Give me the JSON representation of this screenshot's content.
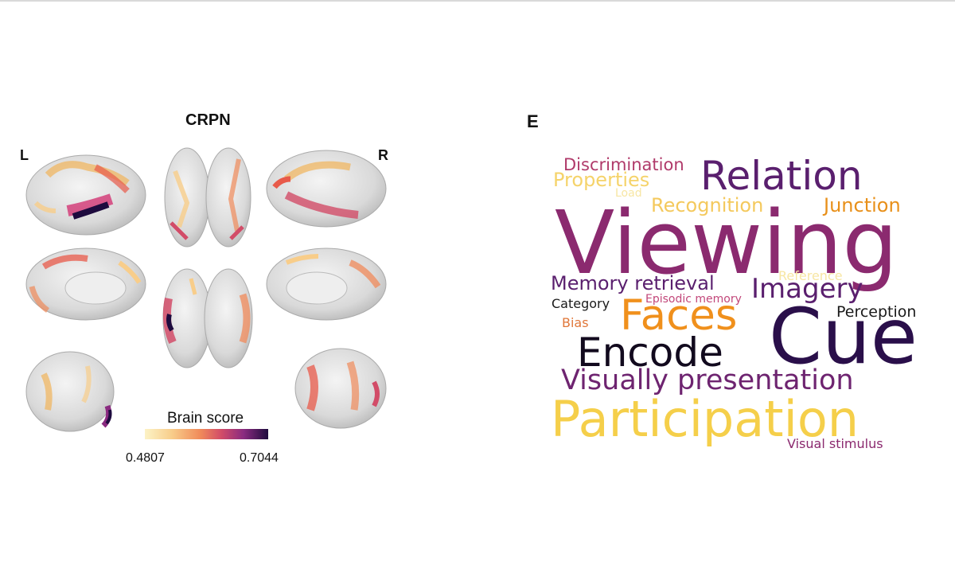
{
  "figure": {
    "title": "CRPN",
    "left_label": "L",
    "right_label": "R",
    "colorbar": {
      "label": "Brain score",
      "min": "0.4807",
      "max": "0.7044"
    },
    "panel_letter": "E"
  },
  "wordcloud": {
    "words": [
      {
        "text": "Discrimination",
        "color": "#b03a6a"
      },
      {
        "text": "Relation",
        "color": "#5a1f6e"
      },
      {
        "text": "Properties",
        "color": "#f5d36a"
      },
      {
        "text": "Load",
        "color": "#f7e6a3"
      },
      {
        "text": "Recognition",
        "color": "#f4c95d"
      },
      {
        "text": "Junction",
        "color": "#e8901a"
      },
      {
        "text": "Viewing",
        "color": "#8b2a6f"
      },
      {
        "text": "Memory retrieval",
        "color": "#5a1f6e"
      },
      {
        "text": "Reference",
        "color": "#f7e6a3"
      },
      {
        "text": "Imagery",
        "color": "#5a1f6e"
      },
      {
        "text": "Category",
        "color": "#1a1a1a"
      },
      {
        "text": "Episodic memory",
        "color": "#c2477a"
      },
      {
        "text": "Faces",
        "color": "#f0901c"
      },
      {
        "text": "Cue",
        "color": "#2a0f4a"
      },
      {
        "text": "Perception",
        "color": "#1a1a1a"
      },
      {
        "text": "Bias",
        "color": "#e0773a"
      },
      {
        "text": "Encode",
        "color": "#120a1e"
      },
      {
        "text": "Visually presentation",
        "color": "#6e2470"
      },
      {
        "text": "Participation",
        "color": "#f5cf4a"
      },
      {
        "text": "Visual stimulus",
        "color": "#8b2a6f"
      }
    ]
  }
}
